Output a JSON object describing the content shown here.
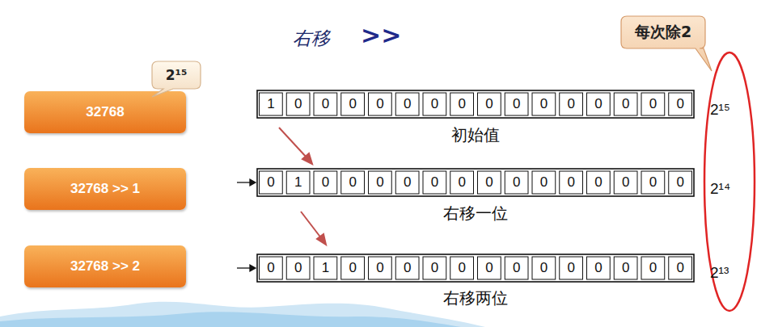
{
  "diagram": {
    "title": "右移",
    "nodes": [
      {
        "text": [
          "32768"
        ]
      },
      {
        "text": [
          "32768 >> 1"
        ]
      },
      {
        "text": [
          "32768 >> 2"
        ]
      },
      {
        "text": [
          "2¹⁵"
        ]
      },
      {
        "text": [
          "每次除2"
        ]
      },
      {
        "text": [
          "2¹⁵",
          "2¹⁴",
          "2¹³"
        ]
      }
    ],
    "labels": [
      ">>",
      "1",
      "0",
      "0",
      "0",
      "0",
      "0",
      "0",
      "0",
      "0",
      "0",
      "0",
      "0",
      "0",
      "0",
      "0",
      "0",
      "初始值",
      "0",
      "1",
      "0",
      "0",
      "0",
      "0",
      "0",
      "0",
      "0",
      "0",
      "0",
      "0",
      "0",
      "0",
      "0",
      "0",
      "右移一位",
      "0",
      "0",
      "1",
      "0",
      "0",
      "0",
      "0",
      "0",
      "0",
      "0",
      "0",
      "0",
      "0",
      "0",
      "0",
      "0",
      "右移两位"
    ]
  }
}
